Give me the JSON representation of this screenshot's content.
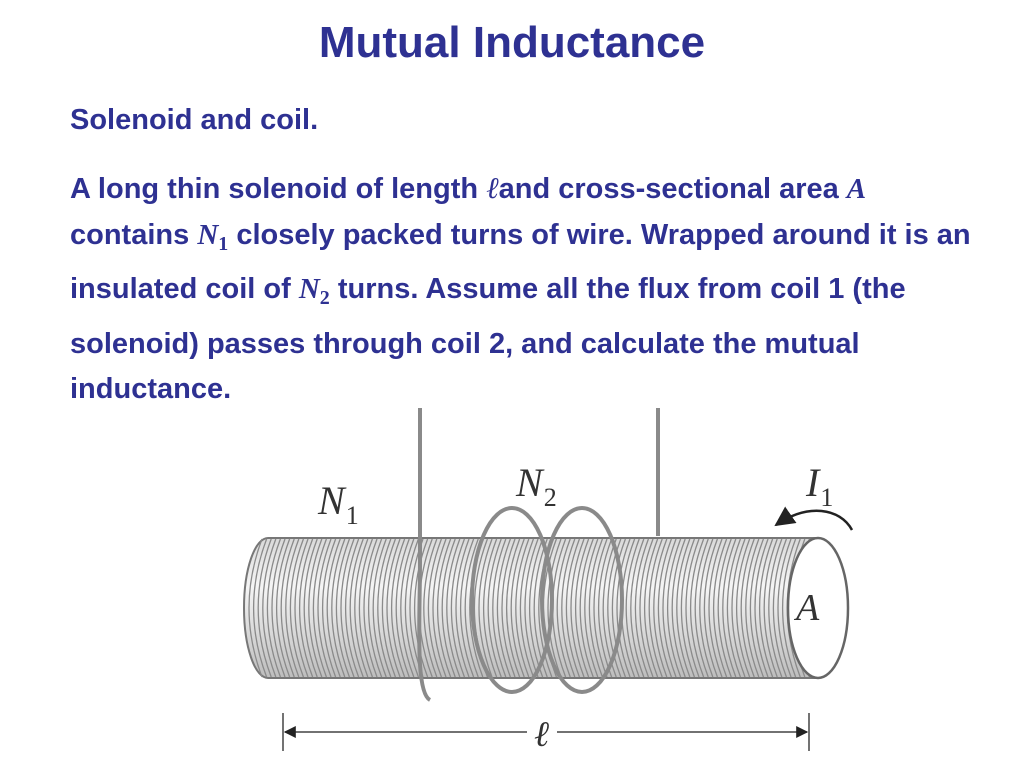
{
  "slide": {
    "title": "Mutual Inductance",
    "subtitle": "Solenoid and coil.",
    "paragraph": {
      "p1": "A long thin solenoid of length ",
      "sym_length": "ℓ",
      "p2": "and cross-sectional area ",
      "sym_area": "A",
      "p3": " contains ",
      "sym_n1": "N",
      "sym_n1_sub": "1",
      "p4": " closely packed turns of wire. Wrapped around it is an insulated coil of ",
      "sym_n2": "N",
      "sym_n2_sub": "2",
      "p5": " turns. Assume all the flux from coil 1 (the solenoid) passes through coil 2, and calculate the mutual inductance."
    }
  },
  "diagram": {
    "label_n1": "N",
    "label_n1_sub": "1",
    "label_n2": "N",
    "label_n2_sub": "2",
    "label_i1": "I",
    "label_i1_sub": "1",
    "label_area": "A",
    "label_length": "ℓ"
  },
  "colors": {
    "text": "#2e3192",
    "wire": "#777777",
    "coil": "#888888",
    "label": "#333333"
  }
}
